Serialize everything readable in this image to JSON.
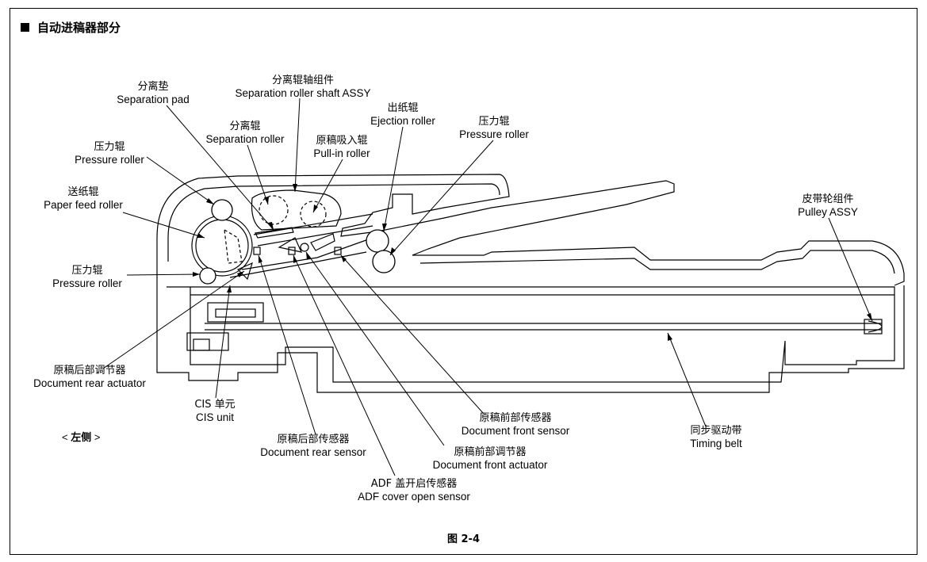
{
  "heading": "自动进稿器部分",
  "side_label": {
    "open": "< ",
    "text": "左侧",
    "close": " >"
  },
  "figure_caption": "图 2-4",
  "labels": {
    "separation_pad": {
      "cn": "分离垫",
      "en": "Separation pad"
    },
    "separation_roller_shaft": {
      "cn": "分离辊轴组件",
      "en": "Separation roller shaft ASSY"
    },
    "ejection_roller": {
      "cn": "出纸辊",
      "en": "Ejection roller"
    },
    "pressure_roller_right": {
      "cn": "压力辊",
      "en": "Pressure roller"
    },
    "separation_roller": {
      "cn": "分离辊",
      "en": "Separation roller"
    },
    "pull_in_roller": {
      "cn": "原稿吸入辊",
      "en": "Pull-in roller"
    },
    "pressure_roller_top": {
      "cn": "压力辊",
      "en": "Pressure roller"
    },
    "paper_feed_roller": {
      "cn": "送纸辊",
      "en": "Paper feed roller"
    },
    "pressure_roller_bottom": {
      "cn": "压力辊",
      "en": "Pressure roller"
    },
    "pulley_assy": {
      "cn": "皮带轮组件",
      "en": "Pulley ASSY"
    },
    "document_rear_actuator": {
      "cn": "原稿后部调节器",
      "en": "Document rear actuator"
    },
    "cis_unit": {
      "cn": "CIS 单元",
      "en": "CIS unit"
    },
    "document_rear_sensor": {
      "cn": "原稿后部传感器",
      "en": "Document rear sensor"
    },
    "adf_cover_open_sensor": {
      "cn": "ADF 盖开启传感器",
      "en": "ADF cover open sensor"
    },
    "document_front_actuator": {
      "cn": "原稿前部调节器",
      "en": "Document front actuator"
    },
    "document_front_sensor": {
      "cn": "原稿前部传感器",
      "en": "Document front sensor"
    },
    "timing_belt": {
      "cn": "同步驱动带",
      "en": "Timing belt"
    }
  }
}
